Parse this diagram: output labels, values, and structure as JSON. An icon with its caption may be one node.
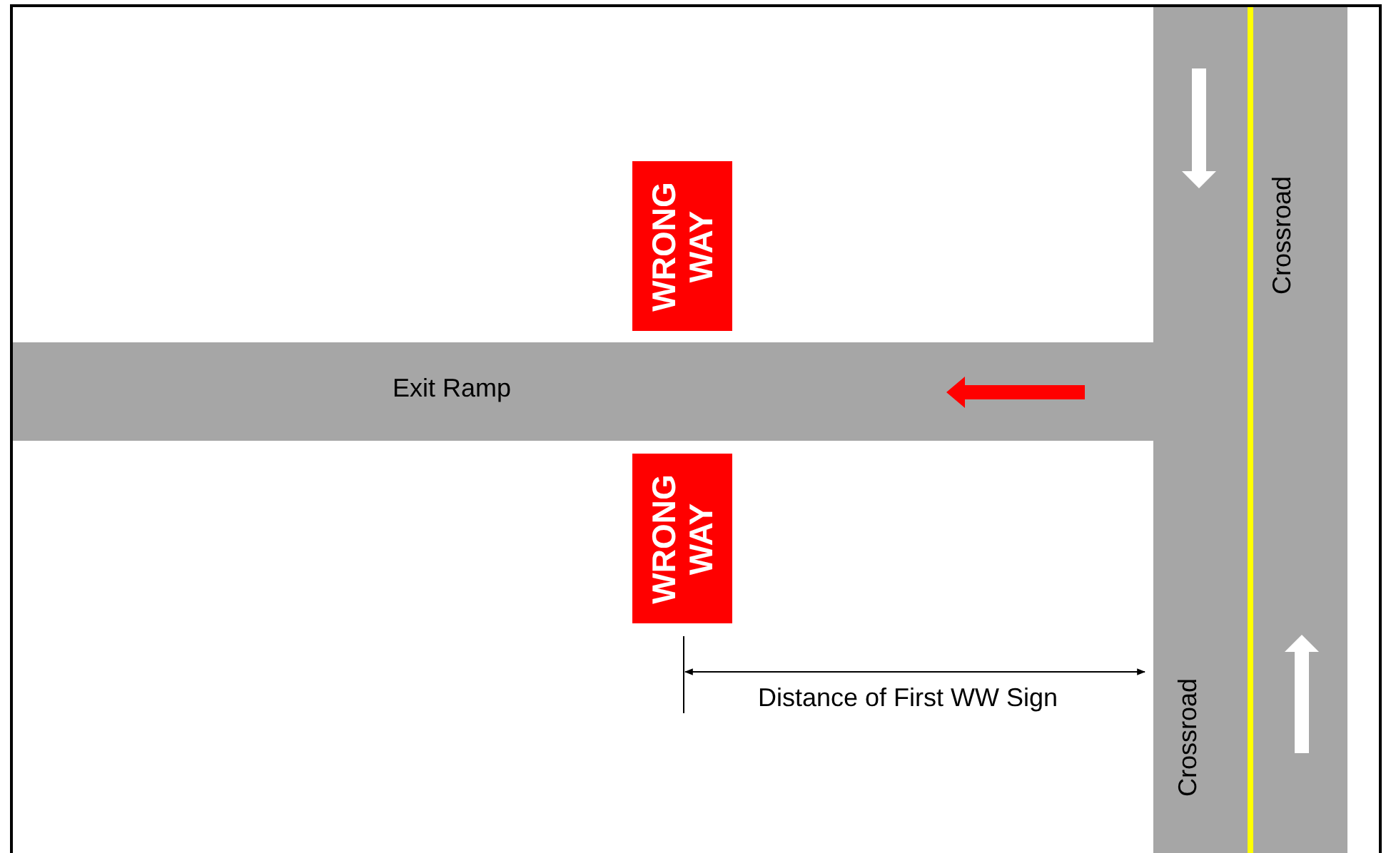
{
  "diagram": {
    "nodes": [
      {
        "text": [
          "Exit Ramp"
        ]
      },
      {
        "text": [
          "Crossroad",
          "Crossroad"
        ]
      },
      {
        "text": [
          "WRONG WAY"
        ]
      },
      {
        "text": [
          "WRONG WAY"
        ]
      }
    ],
    "labels": [
      "Distance of First WW Sign"
    ]
  }
}
